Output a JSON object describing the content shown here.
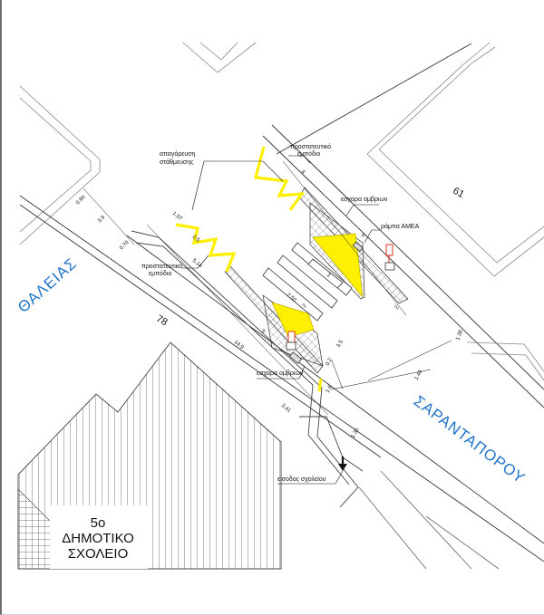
{
  "streets": {
    "thaleias": "ΘΑΛΕΙΑΣ",
    "sarantaporou": "ΣΑΡΑΝΤΑΠΟΡΟΥ"
  },
  "blocks": {
    "block_61": "61",
    "block_78": "78"
  },
  "school": {
    "line1": "5ο",
    "line2": "ΔΗΜΟΤΙΚΟ",
    "line3": "ΣΧΟΛΕΙΟ"
  },
  "labels": {
    "no_parking_1": "απαγόρευση",
    "no_parking_2": "στάθμευσης",
    "barrier_top_1": "προστατευτικό",
    "barrier_top_2": "εμπόδιο",
    "barrier_left_1": "προστατευτικό",
    "barrier_left_2": "εμπόδιο",
    "drain_top": "εσχαρα ομβριων",
    "drain_bottom": "εσχαρα ομβριων",
    "ramp": "ράμπα ΑΜΕΑ",
    "school_entrance": "είσοδος σχολείου"
  },
  "dimensions": {
    "d_090": "0.90",
    "d_39": "3.9",
    "d_070": "0.70",
    "d_197": "1.97",
    "d_05": "0.5",
    "d_514": "5.14",
    "d_149": "14.9",
    "d_341": "3.41",
    "d_4": "4",
    "d_9a": "9",
    "d_9b": "9",
    "d_3": "3",
    "d_2a": "2",
    "d_2b": "2",
    "d_250": "2.50",
    "d_138": "1.38",
    "d_35": "3.5",
    "d_149b": "1.49",
    "d_02": "0.2",
    "d_16": "1.6",
    "d_135": "1.35"
  },
  "colors": {
    "street_label": "#1f73c9",
    "marking_yellow": "#ffef00",
    "ramp_red": "#e0301e",
    "linework": "#222222"
  }
}
